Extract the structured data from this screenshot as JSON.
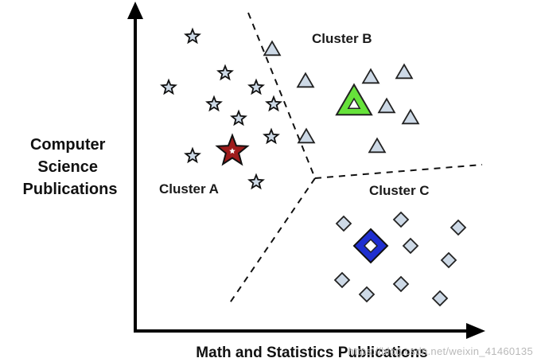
{
  "y_axis_label": [
    "Computer",
    "Science",
    "Publications"
  ],
  "x_axis_label": "Math and Statistics Publications",
  "clusters": [
    {
      "id": "a",
      "label": "Cluster A",
      "color": "#9e1b1b"
    },
    {
      "id": "b",
      "label": "Cluster B",
      "color": "#66e23a"
    },
    {
      "id": "c",
      "label": "Cluster C",
      "color": "#1f2fd0"
    }
  ],
  "point_fill": "#cdd9e6",
  "icons": {
    "cluster_a": "star-icon",
    "cluster_b": "triangle-icon",
    "cluster_c": "diamond-icon"
  },
  "watermark": "https://blog.csdn.net/weixin_41460135"
}
